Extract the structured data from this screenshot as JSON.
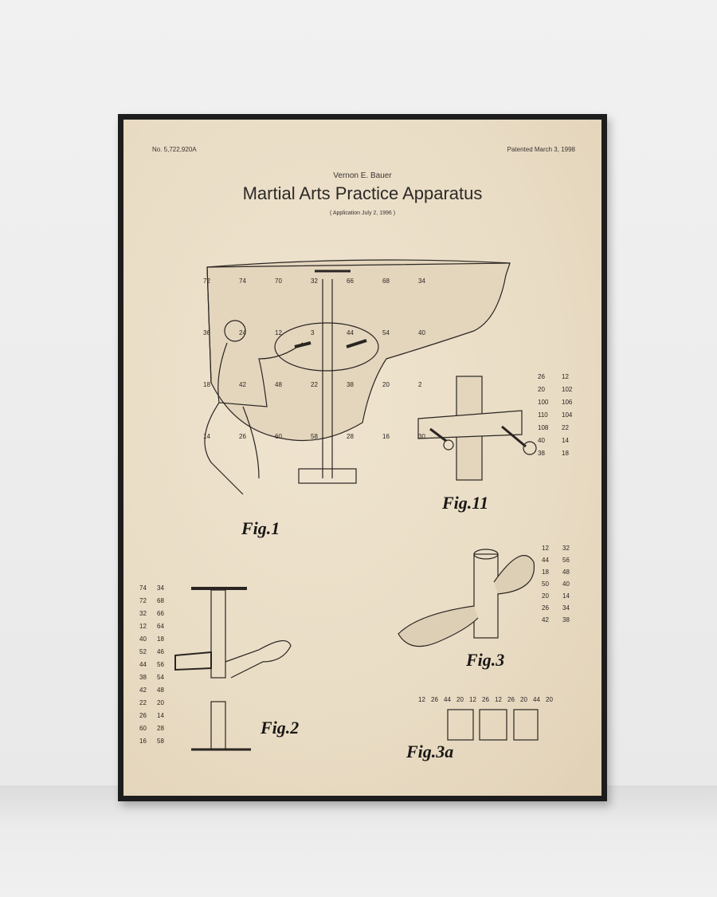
{
  "poster": {
    "patent_number": "No. 5,722,920A",
    "patent_date": "Patented March 3, 1998",
    "inventor": "Vernon E. Bauer",
    "title": "Martial Arts Practice Apparatus",
    "application": "( Application July 2, 1996 )"
  },
  "figures": [
    {
      "label": "Fig.1",
      "numbers": [
        "72",
        "74",
        "70",
        "32",
        "66",
        "68",
        "34",
        "36",
        "24",
        "12",
        "3",
        "44",
        "54",
        "40",
        "18",
        "42",
        "48",
        "22",
        "38",
        "20",
        "2",
        "14",
        "26",
        "60",
        "58",
        "28",
        "16",
        "30"
      ]
    },
    {
      "label": "Fig.11",
      "numbers": [
        "26",
        "12",
        "20",
        "102",
        "100",
        "106",
        "110",
        "104",
        "108",
        "22",
        "40",
        "14",
        "38",
        "18"
      ]
    },
    {
      "label": "Fig.2",
      "numbers": [
        "74",
        "34",
        "72",
        "68",
        "32",
        "66",
        "12",
        "64",
        "40",
        "18",
        "52",
        "46",
        "44",
        "56",
        "38",
        "54",
        "42",
        "48",
        "22",
        "20",
        "26",
        "14",
        "60",
        "28",
        "16",
        "58"
      ]
    },
    {
      "label": "Fig.3",
      "numbers": [
        "12",
        "32",
        "44",
        "56",
        "18",
        "48",
        "50",
        "40",
        "20",
        "14",
        "26",
        "34",
        "42",
        "38"
      ]
    },
    {
      "label": "Fig.3a",
      "numbers": [
        "12",
        "26",
        "44",
        "20",
        "12",
        "26",
        "12",
        "26",
        "20",
        "44",
        "20"
      ]
    }
  ],
  "colors": {
    "frame": "#1d1d1d",
    "paper": "#e9dcc4",
    "ink": "#2a2522",
    "wall": "#eeeeee"
  }
}
